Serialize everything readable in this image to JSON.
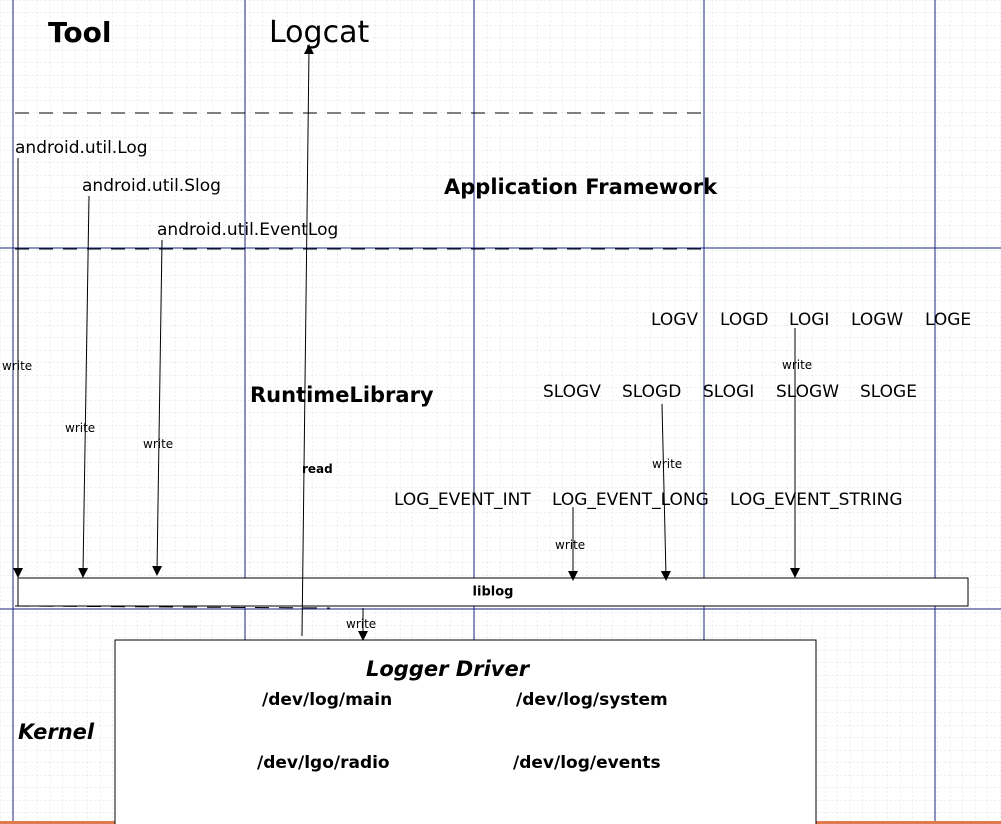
{
  "layers": {
    "tool": "Tool",
    "application_framework": "Application Framework",
    "runtime_library": "RuntimeLibrary",
    "kernel": "Kernel"
  },
  "logcat": "Logcat",
  "java_apis": {
    "log": "android.util.Log",
    "slog": "android.util.Slog",
    "eventlog": "android.util.EventLog"
  },
  "native_macros": {
    "log": [
      "LOGV",
      "LOGD",
      "LOGI",
      "LOGW",
      "LOGE"
    ],
    "slog": [
      "SLOGV",
      "SLOGD",
      "SLOGI",
      "SLOGW",
      "SLOGE"
    ],
    "event": [
      "LOG_EVENT_INT",
      "LOG_EVENT_LONG",
      "LOG_EVENT_STRING"
    ]
  },
  "liblog": "liblog",
  "logger_driver": {
    "title": "Logger Driver",
    "devices": [
      "/dev/log/main",
      "/dev/log/system",
      "/dev/lgo/radio",
      "/dev/log/events"
    ]
  },
  "arrow_labels": {
    "write": "write",
    "read": "read"
  },
  "colors": {
    "grid_minor": "#d5e3ea",
    "grid_major": "#1a237e",
    "bottom_rule": "#e07b50",
    "stroke": "#000000"
  }
}
